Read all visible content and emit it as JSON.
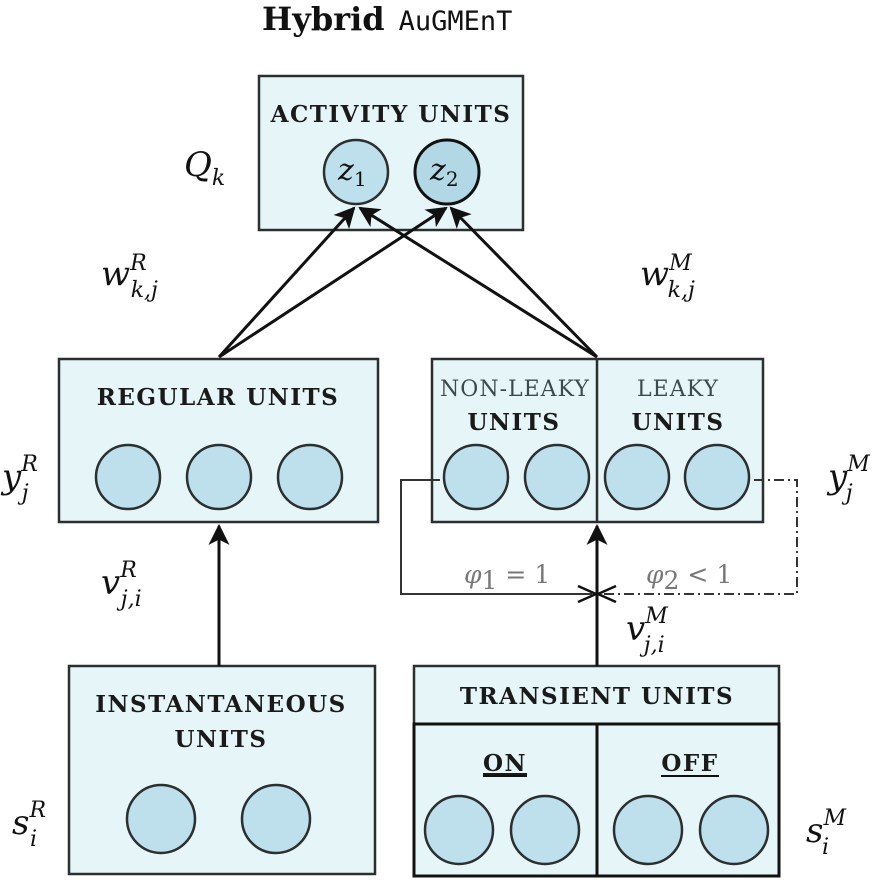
{
  "title": {
    "bold": "Hybrid",
    "mono": "AuGMEnT"
  },
  "boxes": {
    "activity": "ACTIVITY UNITS",
    "regular": "REGULAR UNITS",
    "nonleaky_1": "NON-LEAKY",
    "nonleaky_2": "UNITS",
    "leaky_1": "LEAKY",
    "leaky_2": "UNITS",
    "instant_1": "INSTANTANEOUS",
    "instant_2": "UNITS",
    "transient": "TRANSIENT UNITS",
    "on": "ON",
    "off": "OFF"
  },
  "nodes": {
    "z1": "z",
    "z1_sub": "1",
    "z2": "z",
    "z2_sub": "2"
  },
  "labels": {
    "Qk_base": "Q",
    "Qk_sub": "k",
    "wR_base": "w",
    "wR_sup": "R",
    "wR_sub": "k,j",
    "wM_base": "w",
    "wM_sup": "M",
    "wM_sub": "k,j",
    "yR_base": "y",
    "yR_sup": "R",
    "yR_sub": "j",
    "yM_base": "y",
    "yM_sup": "M",
    "yM_sub": "j",
    "vR_base": "v",
    "vR_sup": "R",
    "vR_sub": "j,i",
    "vM_base": "v",
    "vM_sup": "M",
    "vM_sub": "j,i",
    "sR_base": "s",
    "sR_sup": "R",
    "sR_sub": "i",
    "sM_base": "s",
    "sM_sup": "M",
    "sM_sub": "i",
    "phi1_base": "φ",
    "phi1_sub": "1",
    "phi1_rel": "= 1",
    "phi2_base": "φ",
    "phi2_sub": "2",
    "phi2_rel": "< 1"
  },
  "colors": {
    "box_fill": "#e6f6f8",
    "unit_fill": "#bde0ec",
    "stroke": "#2b2f30"
  }
}
